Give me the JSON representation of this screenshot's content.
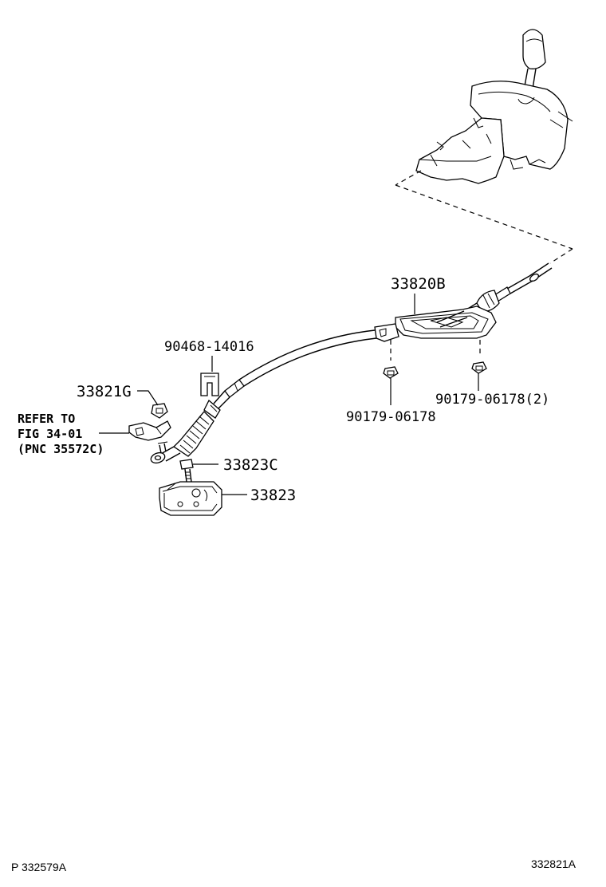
{
  "parts": {
    "p33820B": "33820B",
    "p90468": "90468-14016",
    "p33821G": "33821G",
    "p90179a": "90179-06178",
    "p90179b": "90179-06178(2)",
    "p33823C": "33823C",
    "p33823": "33823"
  },
  "reference": {
    "line1": "REFER TO",
    "line2": "FIG 34-01",
    "line3": "(PNC 35572C)"
  },
  "footer": {
    "left_code": "P 332579A",
    "right_code": "332821A"
  }
}
